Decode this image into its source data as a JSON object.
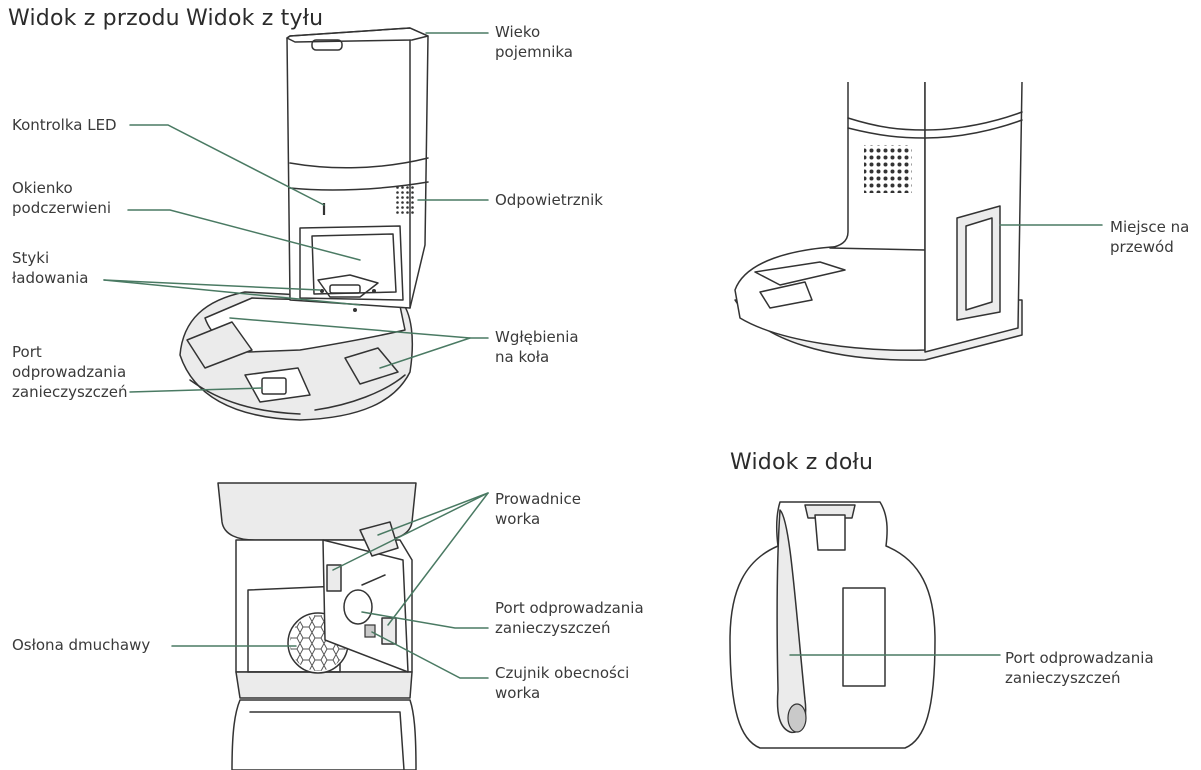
{
  "headings": {
    "front_view": "Widok z przodu",
    "back_view": "Widok z tyłu",
    "bottom_view": "Widok z dołu"
  },
  "labels": {
    "bin_lid": "Wieko\npojemnika",
    "led_indicator": "Kontrolka LED",
    "ir_window": "Okienko\npodczerwieni",
    "charging_contacts": "Styki\nładowania",
    "vent": "Odpowietrznik",
    "wheel_wells": "Wgłębienia\nna koła",
    "evacuation_port_front": "Port\nodprowadzania\nzanieczyszczeń",
    "cord_storage": "Miejsce na\nprzewód",
    "bag_guides": "Prowadnice\nworka",
    "evacuation_port_inside": "Port odprowadzania\nzanieczyszczeń",
    "blower_guard": "Osłona dmuchawy",
    "bag_sensor": "Czujnik obecności\nworka",
    "evacuation_port_bottom": "Port odprowadzania\nzanieczyszczeń"
  },
  "colors": {
    "leader_line": "#4a7a63",
    "outline": "#333333",
    "shade": "#ebebeb",
    "dark_shade": "#c9c9c9"
  }
}
